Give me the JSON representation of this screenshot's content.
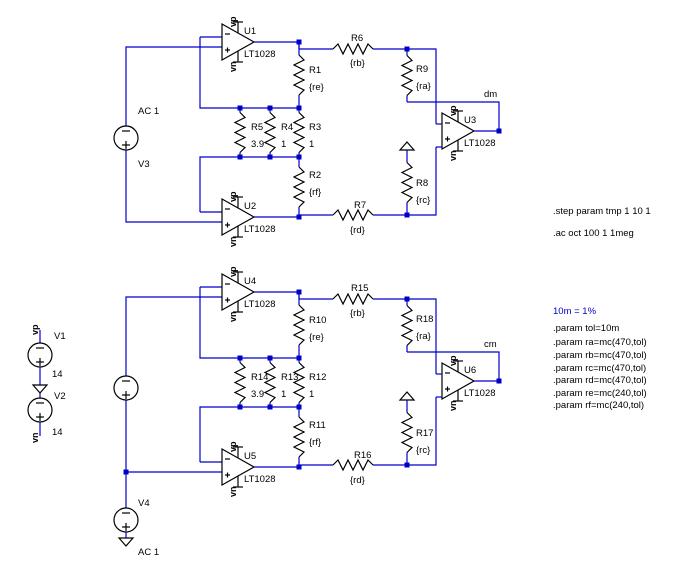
{
  "circuit1": {
    "opamps": [
      {
        "ref": "U1",
        "model": "LT1028",
        "plus": "+",
        "minus": "-"
      },
      {
        "ref": "U2",
        "model": "LT1028",
        "plus": "+",
        "minus": "-"
      },
      {
        "ref": "U3",
        "model": "LT1028",
        "plus": "+",
        "minus": "-"
      }
    ],
    "resistors": [
      {
        "ref": "R1",
        "value": "{re}"
      },
      {
        "ref": "R2",
        "value": "{rf}"
      },
      {
        "ref": "R3",
        "value": "1"
      },
      {
        "ref": "R4",
        "value": "1"
      },
      {
        "ref": "R5",
        "value": "3.9"
      },
      {
        "ref": "R6",
        "value": "{rb}"
      },
      {
        "ref": "R7",
        "value": "{rd}"
      },
      {
        "ref": "R8",
        "value": "{rc}"
      },
      {
        "ref": "R9",
        "value": "{ra}"
      }
    ],
    "source": {
      "ref": "V3",
      "value": "AC 1"
    },
    "net_out": "dm"
  },
  "circuit2": {
    "opamps": [
      {
        "ref": "U4",
        "model": "LT1028",
        "plus": "+",
        "minus": "-"
      },
      {
        "ref": "U5",
        "model": "LT1028",
        "plus": "+",
        "minus": "-"
      },
      {
        "ref": "U6",
        "model": "LT1028",
        "plus": "+",
        "minus": "-"
      }
    ],
    "resistors": [
      {
        "ref": "R10",
        "value": "{re}"
      },
      {
        "ref": "R11",
        "value": "{rf}"
      },
      {
        "ref": "R12",
        "value": "1"
      },
      {
        "ref": "R13",
        "value": "1"
      },
      {
        "ref": "R14",
        "value": "3.9"
      },
      {
        "ref": "R15",
        "value": "{rb}"
      },
      {
        "ref": "R16",
        "value": "{rd}"
      },
      {
        "ref": "R17",
        "value": "{rc}"
      },
      {
        "ref": "R18",
        "value": "{ra}"
      }
    ],
    "source": {
      "ref": "V4",
      "value": "AC 1"
    },
    "net_out": "cm"
  },
  "supplies": [
    {
      "ref": "V1",
      "value": "14"
    },
    {
      "ref": "V2",
      "value": "14"
    }
  ],
  "nets": {
    "vp": "vp",
    "vn": "vn"
  },
  "directives": {
    "step": ".step param tmp 1 10 1",
    "ac": ".ac oct 100 1 1meg",
    "comment": "10m = 1%",
    "params": [
      ".param tol=10m",
      ".param ra=mc(470,tol)",
      ".param rb=mc(470,tol)",
      ".param rc=mc(470,tol)",
      ".param rd=mc(470,tol)",
      ".param re=mc(240,tol)",
      ".param rf=mc(240,tol)"
    ]
  },
  "colors": {
    "wire": "#0000c8",
    "component": "#000000",
    "background": "#ffffff"
  }
}
